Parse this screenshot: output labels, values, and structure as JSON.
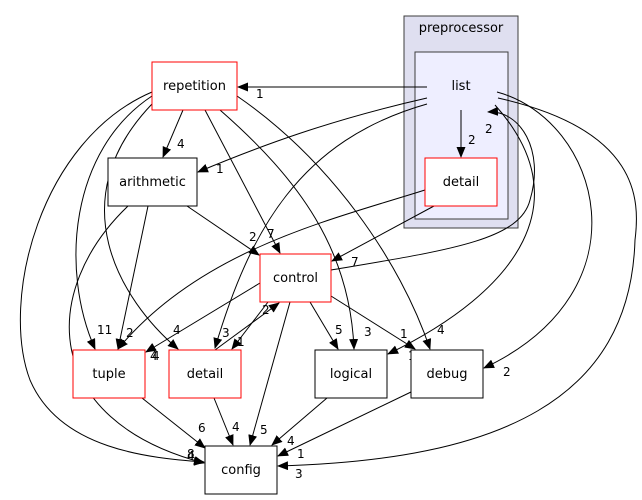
{
  "colors": {
    "cluster_outer_fill": "#dfdff0",
    "cluster_inner_fill": "#eeeeff",
    "cluster_stroke": "#3c3c3c",
    "node_red_stroke": "#ff0000",
    "node_black_stroke": "#000000",
    "edge": "#000000"
  },
  "clusters": [
    {
      "id": "preprocessor",
      "label": "preprocessor"
    },
    {
      "id": "list",
      "label": "list"
    }
  ],
  "nodes": [
    {
      "id": "repetition",
      "label": "repetition",
      "style": "red"
    },
    {
      "id": "arithmetic",
      "label": "arithmetic",
      "style": "black"
    },
    {
      "id": "list_detail",
      "label": "detail",
      "style": "red"
    },
    {
      "id": "control",
      "label": "control",
      "style": "red"
    },
    {
      "id": "tuple",
      "label": "tuple",
      "style": "red"
    },
    {
      "id": "detail",
      "label": "detail",
      "style": "red"
    },
    {
      "id": "logical",
      "label": "logical",
      "style": "black"
    },
    {
      "id": "debug",
      "label": "debug",
      "style": "black"
    },
    {
      "id": "config",
      "label": "config",
      "style": "black"
    }
  ],
  "edges": [
    {
      "from": "list",
      "to": "repetition",
      "count": "1"
    },
    {
      "from": "list",
      "to": "arithmetic",
      "count": "1"
    },
    {
      "from": "list",
      "to": "list_detail",
      "count": "2"
    },
    {
      "from": "list",
      "to": "detail",
      "count": "1"
    },
    {
      "from": "list",
      "to": "logical",
      "count": "1"
    },
    {
      "from": "list",
      "to": "debug",
      "count": "2"
    },
    {
      "from": "list",
      "to": "config",
      "count": "3"
    },
    {
      "from": "repetition",
      "to": "arithmetic",
      "count": "4"
    },
    {
      "from": "repetition",
      "to": "control",
      "count": "7"
    },
    {
      "from": "repetition",
      "to": "logical",
      "count": "3"
    },
    {
      "from": "repetition",
      "to": "debug",
      "count": "4"
    },
    {
      "from": "repetition",
      "to": "tuple",
      "count": "11"
    },
    {
      "from": "repetition",
      "to": "detail",
      "count": "4"
    },
    {
      "from": "repetition",
      "to": "config",
      "count": "8"
    },
    {
      "from": "arithmetic",
      "to": "control",
      "count": "2"
    },
    {
      "from": "arithmetic",
      "to": "tuple",
      "count": "2"
    },
    {
      "from": "arithmetic",
      "to": "config",
      "count": "4"
    },
    {
      "from": "list_detail",
      "to": "control",
      "count": "7"
    },
    {
      "from": "list_detail",
      "to": "tuple",
      "count": "4"
    },
    {
      "from": "control",
      "to": "list",
      "count": "2"
    },
    {
      "from": "control",
      "to": "tuple",
      "count": "4"
    },
    {
      "from": "control",
      "to": "detail",
      "count": "3"
    },
    {
      "from": "control",
      "to": "logical",
      "count": "5"
    },
    {
      "from": "control",
      "to": "debug",
      "count": "1"
    },
    {
      "from": "control",
      "to": "config",
      "count": "5"
    },
    {
      "from": "detail",
      "to": "control",
      "count": "2"
    },
    {
      "from": "detail",
      "to": "config",
      "count": "4"
    },
    {
      "from": "tuple",
      "to": "config",
      "count": "6"
    },
    {
      "from": "logical",
      "to": "config",
      "count": "4"
    },
    {
      "from": "debug",
      "to": "config",
      "count": "1"
    }
  ]
}
